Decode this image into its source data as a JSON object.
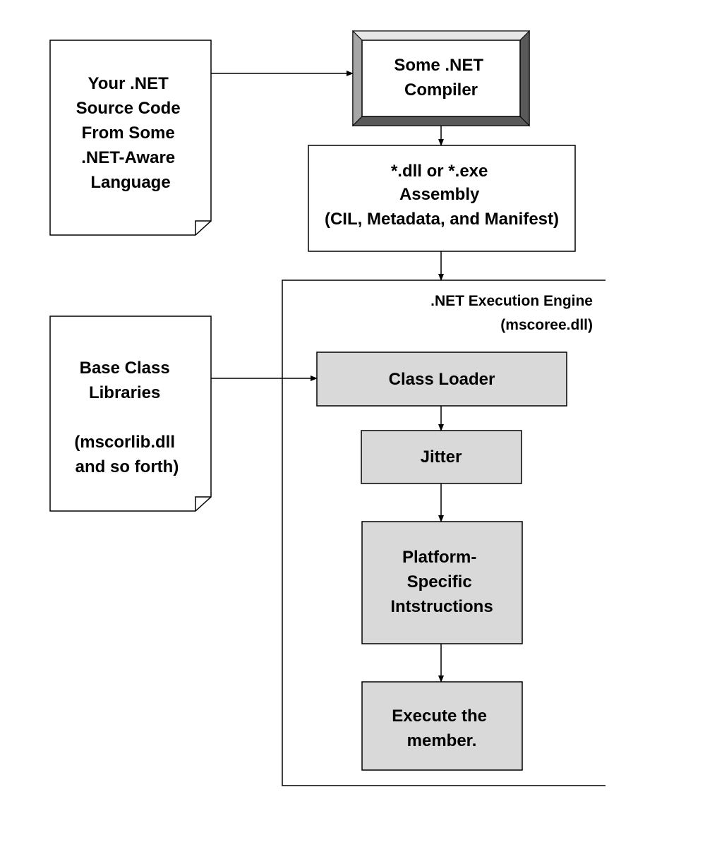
{
  "source_doc": {
    "lines": [
      "Your .NET",
      "Source Code",
      "From Some",
      ".NET-Aware",
      "Language"
    ]
  },
  "compiler": {
    "lines": [
      "Some .NET",
      "Compiler"
    ]
  },
  "assembly": {
    "lines": [
      "*.dll or *.exe",
      "Assembly",
      "(CIL, Metadata, and Manifest)"
    ]
  },
  "engine": {
    "title": ".NET Execution Engine",
    "subtitle": "(mscoree.dll)"
  },
  "base_class_doc": {
    "lines": [
      "Base Class",
      "Libraries",
      "",
      "(mscorlib.dll",
      "and so forth)"
    ]
  },
  "class_loader": {
    "lines": [
      "Class Loader"
    ]
  },
  "jitter": {
    "lines": [
      "Jitter"
    ]
  },
  "platform": {
    "lines": [
      "Platform-",
      "Specific",
      "Intstructions"
    ]
  },
  "execute": {
    "lines": [
      "Execute the",
      "member."
    ]
  },
  "colors": {
    "gray_box_fill": "#d9d9d9",
    "frame_light": "#e6e6e6",
    "frame_mid": "#a6a6a6",
    "frame_dark": "#595959",
    "stroke": "#000000"
  }
}
